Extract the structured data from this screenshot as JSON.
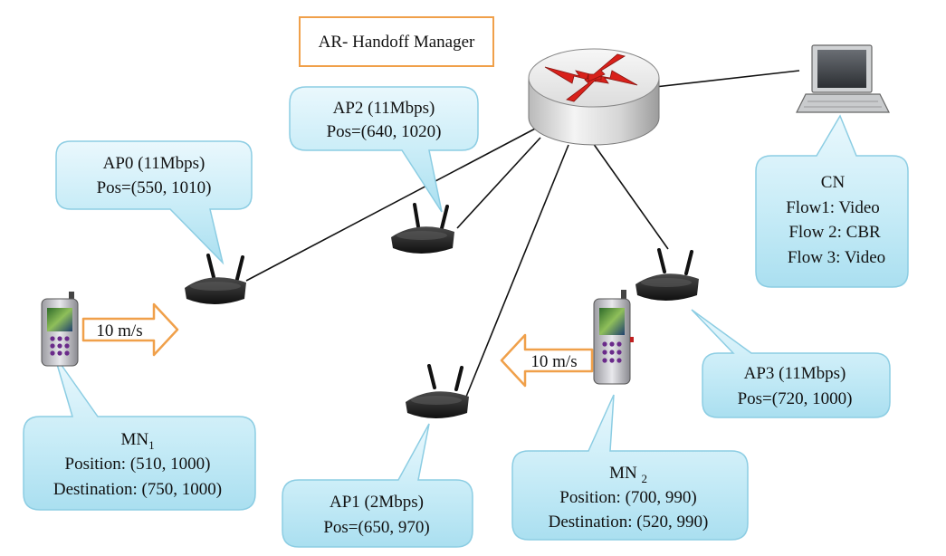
{
  "router": {
    "label": "AR- Handoff Manager"
  },
  "access_points": [
    {
      "name": "AP0 (11Mbps)",
      "pos": "Pos=(550, 1010)"
    },
    {
      "name": "AP2 (11Mbps)",
      "pos": "Pos=(640, 1020)"
    },
    {
      "name": "AP1 (2Mbps)",
      "pos": "Pos=(650, 970)"
    },
    {
      "name": "AP3 (11Mbps)",
      "pos": "Pos=(720, 1000)"
    }
  ],
  "mobile_nodes": [
    {
      "name_main": "MN",
      "name_sub": "1",
      "position": "Position: (510, 1000)",
      "destination": "Destination: (750, 1000)",
      "speed": "10 m/s"
    },
    {
      "name_main": "MN ",
      "name_sub": "2",
      "position": "Position: (700, 990)",
      "destination": "Destination: (520, 990)",
      "speed": "10 m/s"
    }
  ],
  "correspondent_node": {
    "name": "CN",
    "flows": [
      "Flow1: Video",
      "Flow 2: CBR",
      "Flow 3: Video"
    ]
  },
  "colors": {
    "callout_fill": "#bfe6f3",
    "callout_stroke": "#8ccde3",
    "arrow_fill": "#ffffff",
    "arrow_stroke": "#f0a04a",
    "router_arrow": "#d8211b"
  }
}
